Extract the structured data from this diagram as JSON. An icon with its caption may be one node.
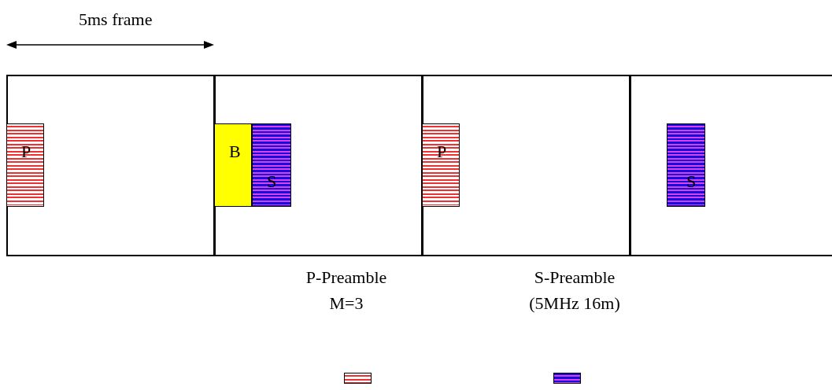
{
  "diagram": {
    "nodes": [
      {
        "text": [],
        "shape": "box"
      },
      {
        "text": [
          "P"
        ],
        "in": 0
      },
      {
        "text": [],
        "shape": "box"
      },
      {
        "text": [
          "B"
        ],
        "in": 2
      },
      {
        "text": [
          "S"
        ],
        "in": 2
      },
      {
        "text": [],
        "shape": "box"
      },
      {
        "text": [
          "P"
        ],
        "in": 5
      },
      {
        "text": [],
        "shape": "box"
      },
      {
        "text": [
          "S"
        ],
        "in": 7
      }
    ],
    "labels": [
      "5ms frame"
    ],
    "legend": [
      {
        "text": "P-Preamble M=3"
      },
      {
        "text": "S-Preamble (5MHz 16m)"
      }
    ]
  }
}
